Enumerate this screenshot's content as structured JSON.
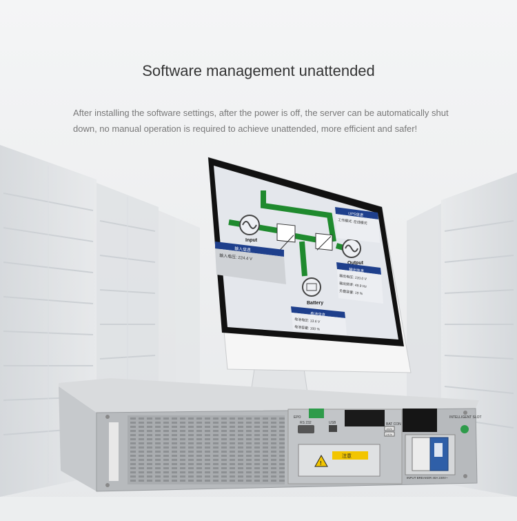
{
  "headline": "Software management unattended",
  "description": "After installing the software settings, after the power is off, the server can be automatically shut down, no manual operation is required to achieve unattended, more efficient and safer!",
  "monitor": {
    "input_label": "Input",
    "input_panel_title": "输入信息",
    "input_voltage": "输入电压: 224.4 V",
    "ups_panel_title": "UPS信息",
    "ups_mode": "工作模式: 在线模式",
    "output_label": "Output",
    "output_panel_title": "输出信息",
    "output_voltage": "输出电压: 220.0 V",
    "output_frequency": "输出频率: 49.9 Hz",
    "output_load": "负载容量: 19 %",
    "battery_label": "Battery",
    "battery_panel_title": "电池信息",
    "battery_voltage": "电池电压: 13.6 V",
    "battery_capacity": "电池容量: 100 %"
  },
  "ups": {
    "epo": "EPO",
    "rs232": "RS 232",
    "usb": "USB",
    "bat_con": "BAT CON",
    "v192": "192V",
    "v240": "240V",
    "intelligent_slot": "INTELLIGENT SLOT",
    "warning_title": "注意",
    "input_breaker": "INPUT BREAKER 40A 230V~"
  },
  "colors": {
    "green_flow": "#1f8a2e",
    "panel_blue": "#1e3f8c",
    "screen_bg": "#e4e7ec"
  }
}
